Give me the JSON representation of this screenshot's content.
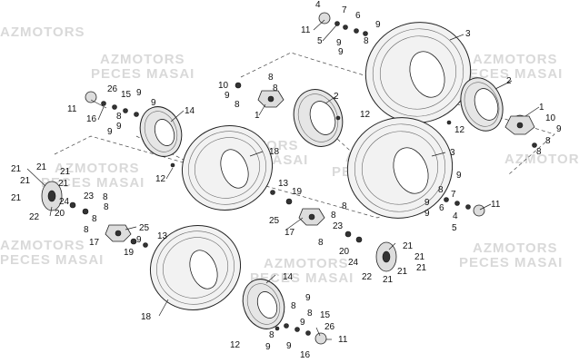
{
  "watermark": {
    "line1": "AZMOTORS",
    "line2": "PECES MASAI"
  },
  "callouts": {
    "c1": "1",
    "c2": "2",
    "c3": "3",
    "c4": "4",
    "c5": "5",
    "c6": "6",
    "c7": "7",
    "c8": "8",
    "c9": "9",
    "c10": "10",
    "c11": "11",
    "c12": "12",
    "c13": "13",
    "c14": "14",
    "c15": "15",
    "c16": "16",
    "c17": "17",
    "c18": "18",
    "c19": "19",
    "c20": "20",
    "c21": "21",
    "c22": "22",
    "c23": "23",
    "c24": "24",
    "c25": "25",
    "c26": "26"
  }
}
